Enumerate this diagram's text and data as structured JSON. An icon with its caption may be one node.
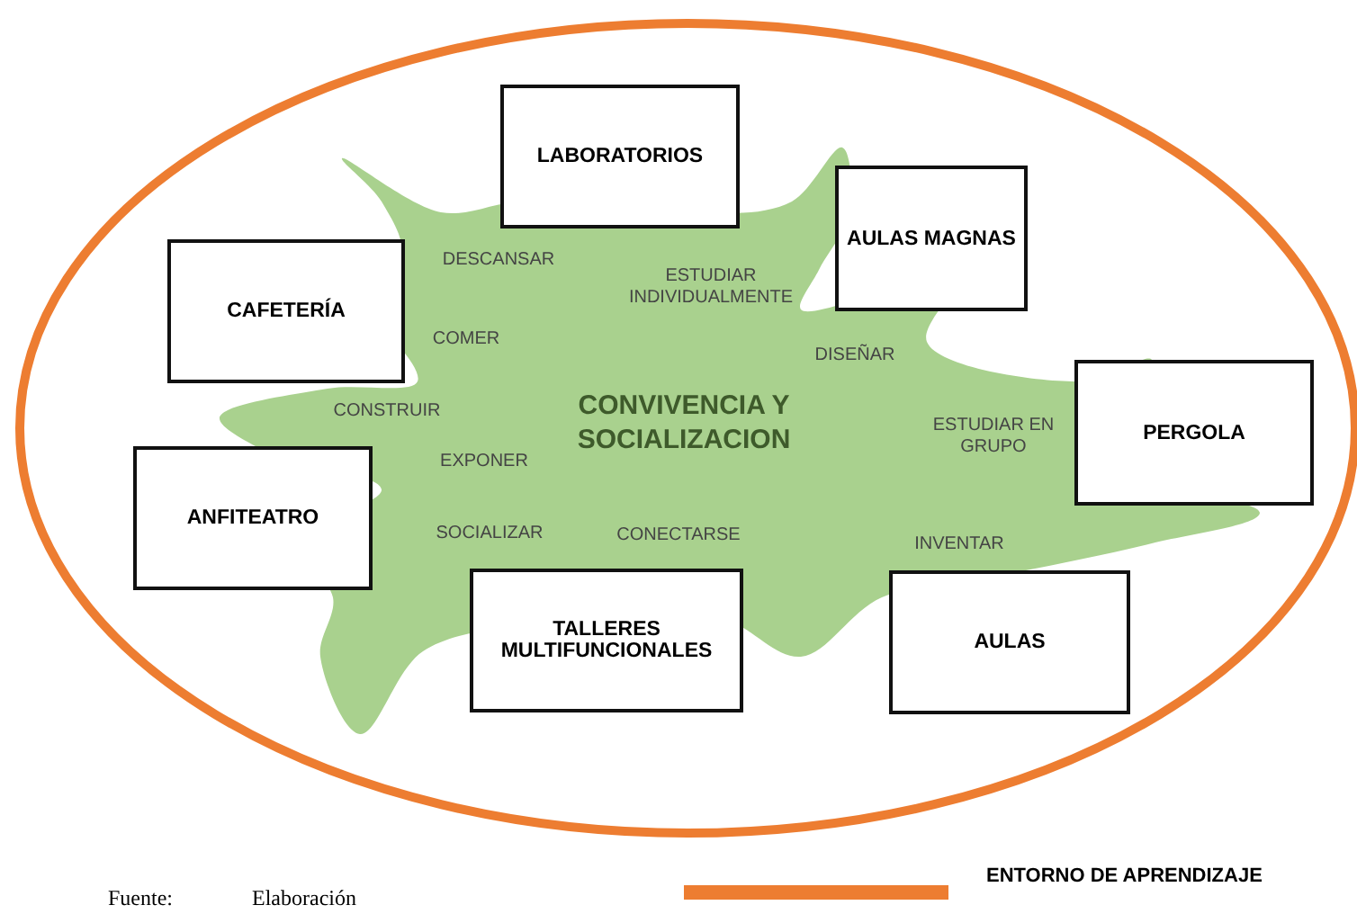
{
  "diagram": {
    "nodes": [
      {
        "text": [
          "CONVIVENCIA Y SOCIALIZACION"
        ]
      },
      {
        "text": [
          "LABORATORIOS"
        ]
      },
      {
        "text": [
          "AULAS MAGNAS"
        ]
      },
      {
        "text": [
          "CAFETERÍA"
        ]
      },
      {
        "text": [
          "PERGOLA"
        ]
      },
      {
        "text": [
          "ANFITEATRO"
        ]
      },
      {
        "text": [
          "TALLERES MULTIFUNCIONALES"
        ]
      },
      {
        "text": [
          "AULAS"
        ]
      }
    ],
    "labels": [
      "DESCANSAR",
      "ESTUDIAR INDIVIDUALMENTE",
      "COMER",
      "DISEÑAR",
      "CONSTRUIR",
      "ESTUDIAR EN GRUPO",
      "EXPONER",
      "SOCIALIZAR",
      "CONECTARSE",
      "INVENTAR",
      "Fuente:",
      "Elaboración"
    ],
    "legend": [
      {
        "text": "ENTORNO DE APRENDIZAJE"
      }
    ]
  }
}
